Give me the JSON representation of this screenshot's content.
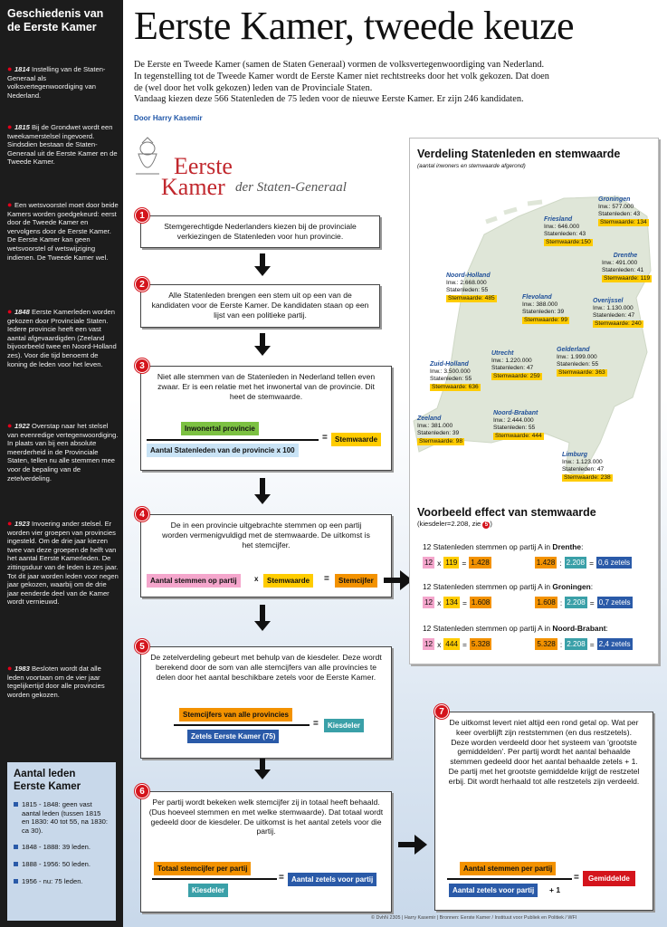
{
  "headline": "Eerste Kamer, tweede keuze",
  "intro": [
    "De Eerste en Tweede Kamer (samen de Staten Generaal) vormen de volksvertegenwoordiging van Nederland.",
    "In tegenstelling tot de Tweede Kamer wordt de Eerste Kamer niet rechtstreeks door het volk gekozen. Dat doen",
    "de (wel door het volk gekozen) leden van de Provinciale Staten.",
    "Vandaag kiezen deze 566 Statenleden de 75 leden voor de nieuwe Eerste Kamer. Er zijn 246 kandidaten."
  ],
  "byline": "Door Harry Kasemir",
  "logo": {
    "word1": "Eerste",
    "word2": "Kamer",
    "sub": "der Staten-Generaal"
  },
  "sidebar": {
    "title": "Geschiedenis van de Eerste Kamer",
    "entries": [
      {
        "year": "1814",
        "text": "Instelling van de Staten-Generaal als volksvertegenwoordiging van Nederland."
      },
      {
        "year": "1815",
        "text": "Bij de Grondwet wordt een tweekamerstelsel ingevoerd. Sindsdien bestaan de Staten-Generaal uit de Eerste Kamer en de Tweede Kamer."
      },
      {
        "year": "",
        "text": "Een wetsvoorstel moet door beide Kamers worden goedgekeurd: eerst door de Tweede Kamer en vervolgens door de Eerste Kamer. De Eerste Kamer kan geen wetsvoorstel of wetswijziging indienen. De Tweede Kamer wel."
      },
      {
        "year": "1848",
        "text": "Eerste Kamerleden worden gekozen door Provinciale Staten. Iedere provincie heeft een vast aantal afgevaardigden (Zeeland bijvoorbeeld twee en Noord-Holland zes). Voor die tijd benoemt de koning de leden voor het leven."
      },
      {
        "year": "1922",
        "text": "Overstap naar het stelsel van evenredige vertegenwoordiging. In plaats van bij een absolute meerderheid in de Provinciale Staten, tellen nu alle stemmen mee voor de bepaling van de zetelverdeling."
      },
      {
        "year": "1923",
        "text": "Invoering ander stelsel. Er worden vier groepen van provincies ingesteld. Om de drie jaar kiezen twee van deze groepen de helft van het aantal Eerste Kamerleden. De zittingsduur van de leden is zes jaar. Tot dit jaar worden leden voor negen jaar gekozen, waarbij om de drie jaar eenderde deel van de Kamer wordt vernieuwd."
      },
      {
        "year": "1983",
        "text": "Besloten wordt dat alle leden voortaan om de vier jaar tegelijkertijd door alle provincies worden gekozen."
      }
    ],
    "leden_title": "Aantal leden Eerste Kamer",
    "leden": [
      "1815 - 1848: geen vast aantal leden (tussen 1815 en 1830: 40 tot 55, na 1830: ca 30).",
      "1848 - 1888: 39 leden.",
      "1888 - 1956: 50 leden.",
      "1956 - nu: 75 leden."
    ]
  },
  "steps": [
    {
      "n": "1",
      "text": "Stemgerechtigde Nederlanders kiezen bij de provinciale verkiezingen de Statenleden voor hun provincie."
    },
    {
      "n": "2",
      "text": "Alle Statenleden brengen een stem uit op een van de kandidaten voor de Eerste Kamer. De kandidaten staan op een lijst van een politieke partij."
    },
    {
      "n": "3",
      "text": "Niet alle stemmen van de Statenleden in Nederland tellen even zwaar. Er is een relatie met het inwonertal van de provincie. Dit heet de stemwaarde.",
      "numerator": "Inwonertal provincie",
      "denominator": "Aantal Statenleden van de provincie x 100",
      "result": "Stemwaarde"
    },
    {
      "n": "4",
      "text": "De in een provincie uitgebrachte stemmen op een partij worden vermenigvuldigd met de stemwaarde. De uitkomst is het stemcijfer.",
      "a": "Aantal stemmen op partij",
      "b": "Stemwaarde",
      "result": "Stemcijfer"
    },
    {
      "n": "5",
      "text": "De zetelverdeling gebeurt met behulp van de kiesdeler. Deze wordt berekend door de som van alle stemcijfers van alle provincies te delen door het aantal beschikbare zetels voor de Eerste Kamer.",
      "numerator": "Stemcijfers van alle provincies",
      "denominator": "Zetels Eerste Kamer (75)",
      "result": "Kiesdeler"
    },
    {
      "n": "6",
      "text": "Per partij wordt bekeken welk stemcijfer zij in totaal heeft behaald. (Dus hoeveel stemmen en met welke stemwaarde). Dat totaal wordt gedeeld door de kiesdeler. De uitkomst is het aantal zetels voor die partij.",
      "numerator": "Totaal stemcijfer per partij",
      "denominator": "Kiesdeler",
      "result": "Aantal zetels voor partij"
    },
    {
      "n": "7",
      "text": "De uitkomst levert niet altijd een rond getal op. Wat per keer overblijft zijn reststemmen (en dus restzetels). Deze worden verdeeld door het systeem van 'grootste gemiddelden'. Per partij wordt het aantal behaalde stemmen gedeeld door het aantal behaalde zetels + 1. De partij met het grootste gemiddelde krijgt de restzetel erbij. Dit wordt herhaald tot alle restzetels zijn verdeeld.",
      "numerator": "Aantal stemmen per partij",
      "denominator": "Aantal zetels voor partij",
      "plus": "+ 1",
      "result": "Gemiddelde"
    }
  ],
  "ops": {
    "eq": "=",
    "x": "x"
  },
  "map": {
    "title": "Verdeling Statenleden en stemwaarde",
    "subtitle": "(aantal inwoners en stemwaarde afgerond)",
    "provinces": [
      {
        "name": "Groningen",
        "inw": "Inw.: 577.000",
        "leden": "Statenleden: 43",
        "sw": "Stemwaarde: 134"
      },
      {
        "name": "Friesland",
        "inw": "Inw.: 646.000",
        "leden": "Statenleden: 43",
        "sw": "Stemwaarde:150"
      },
      {
        "name": "Drenthe",
        "inw": "Inw.: 491.000",
        "leden": "Statenleden: 41",
        "sw": "Stemwaarde: 119"
      },
      {
        "name": "Noord-Holland",
        "inw": "Inw.: 2.668.000",
        "leden": "Statenleden: 55",
        "sw": "Stemwaarde: 485"
      },
      {
        "name": "Flevoland",
        "inw": "Inw.: 388.000",
        "leden": "Statenleden: 39",
        "sw": "Stemwaarde: 99"
      },
      {
        "name": "Overijssel",
        "inw": "Inw.: 1.130.000",
        "leden": "Statenleden: 47",
        "sw": "Stemwaarde: 240"
      },
      {
        "name": "Zuid-Holland",
        "inw": "Inw.: 3.500.000",
        "leden": "Statenleden: 55",
        "sw": "Stemwaarde: 636"
      },
      {
        "name": "Utrecht",
        "inw": "Inw.: 1.220.000",
        "leden": "Statenleden: 47",
        "sw": "Stemwaarde: 259"
      },
      {
        "name": "Gelderland",
        "inw": "Inw.: 1.999.000",
        "leden": "Statenleden: 55",
        "sw": "Stemwaarde: 363"
      },
      {
        "name": "Noord-Brabant",
        "inw": "Inw.: 2.444.000",
        "leden": "Statenleden: 55",
        "sw": "Stemwaarde: 444"
      },
      {
        "name": "Zeeland",
        "inw": "Inw.: 381.000",
        "leden": "Statenleden: 39",
        "sw": "Stemwaarde: 98"
      },
      {
        "name": "Limburg",
        "inw": "Inw.: 1.123.000",
        "leden": "Statenleden: 47",
        "sw": "Stemwaarde: 238"
      }
    ]
  },
  "example": {
    "title": "Voorbeeld effect van stemwaarde",
    "subtitle": "(kiesdeler=2.208, zie",
    "subtitle_ref": "5",
    "subtitle_end": ")",
    "rows": [
      {
        "label": "12 Statenleden stemmen op partij A in ",
        "prov": "Drenthe",
        "colon": ":",
        "a": "12",
        "x": "x",
        "b": "119",
        "eq": "=",
        "c": "1.428",
        "c2": "1.428",
        "div": ":",
        "d": "2.208",
        "eq2": "=",
        "e": "0,6 zetels"
      },
      {
        "label": "12 Statenleden stemmen op partij A in ",
        "prov": "Groningen",
        "colon": ":",
        "a": "12",
        "x": "x",
        "b": "134",
        "eq": "=",
        "c": "1.608",
        "c2": "1.608",
        "div": ":",
        "d": "2.208",
        "eq2": "=",
        "e": "0,7 zetels"
      },
      {
        "label": "12 Statenleden stemmen op partij A in ",
        "prov": "Noord-Brabant",
        "colon": ":",
        "a": "12",
        "x": "x",
        "b": "444",
        "eq": "=",
        "c": "5.328",
        "c2": "5.328",
        "div": ":",
        "d": "2.208",
        "eq2": "=",
        "e": "2,4 zetels"
      }
    ]
  },
  "credits": "© DvhN 2305 | Harry Kasemir | Bronnen: Eerste Kamer / Instituut voor Publiek en Politiek / WFI",
  "colors": {
    "red": "#d4141c",
    "blue": "#2a5aa8",
    "green": "#7cc142",
    "yellow": "#ffcc00",
    "orange": "#f39200",
    "pink": "#f4a6cc",
    "teal": "#3aa0a8"
  }
}
